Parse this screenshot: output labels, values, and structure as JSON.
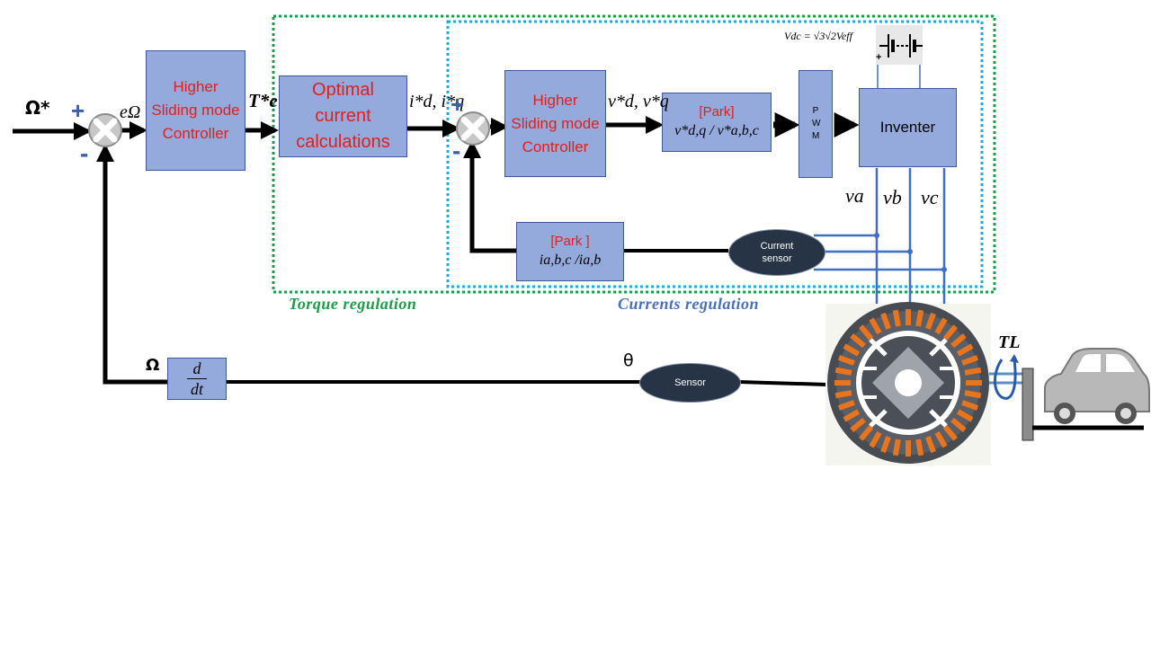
{
  "blocks": {
    "speed_controller": "Higher Sliding mode Controller",
    "optimal_current": "Optimal current calculations",
    "current_controller": "Higher Sliding mode Controller",
    "park_forward_title": "[Park]",
    "park_forward_formula": "v*d,q / v*a,b,c",
    "pwm": "P W M",
    "inverter": "Inventer",
    "park_inverse_title": "[Park ]",
    "park_inverse_formula": "ia,b,c /ia,b",
    "current_sensor": "Current sensor",
    "position_sensor": "Sensor",
    "derivative_num": "d",
    "derivative_den": "dt"
  },
  "signals": {
    "speed_ref": "Ω*",
    "speed_error": "eΩ",
    "torque_ref": "T*e",
    "current_refs": "i*d, i*q",
    "voltage_refs": "v*d, v*q",
    "speed": "Ω",
    "angle": "θ",
    "va": "va",
    "vb": "vb",
    "vc": "vc",
    "load_torque": "TL",
    "vdc": "Vdc = √3√2Veff",
    "plus": "+",
    "minus": "-"
  },
  "regions": {
    "torque_regulation": "Torque regulation",
    "currents_regulation": "Currents regulation"
  },
  "colors": {
    "block_fill": "#94a9dc",
    "block_text_red": "#e0201c",
    "torque_box": "#1e9c4a",
    "currents_box": "#2aa6dc",
    "signal_line": "#000000",
    "phase_line": "#3f6fc2",
    "sensor_fill": "#263445",
    "stator_orange": "#e8741e",
    "torque_label": "#1e9c4a",
    "currents_label": "#4a70b8",
    "sign_blue": "#3a5fb0"
  },
  "icons": {
    "summing_junction": "sum-cross-icon",
    "battery": "battery-icon",
    "motor": "motor-cross-section-icon",
    "car": "car-icon",
    "torque_arrow": "rotation-arrow-icon"
  }
}
